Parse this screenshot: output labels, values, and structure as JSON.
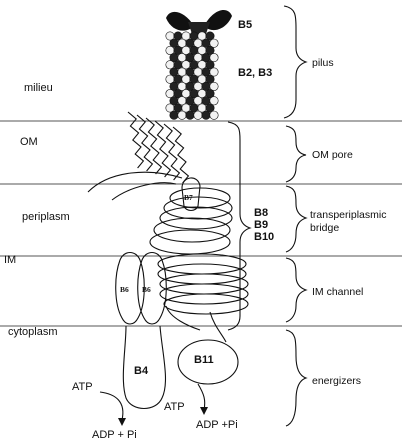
{
  "regions": {
    "milieu": "milieu",
    "om": "OM",
    "periplasm": "periplasm",
    "im": "IM",
    "cytoplasm": "cytoplasm"
  },
  "proteins": {
    "b5": "B5",
    "b2b3": "B2, B3",
    "b7": "B7",
    "b6_left": "B6",
    "b6_right": "B6",
    "b8": "B8",
    "b9": "B9",
    "b10": "B10",
    "b4": "B4",
    "b11": "B11"
  },
  "segments": {
    "pilus": "pilus",
    "om_pore": "OM pore",
    "bridge_line1": "transperiplasmic",
    "bridge_line2": "bridge",
    "im_channel": "IM channel",
    "energizers": "energizers"
  },
  "reactions": {
    "atp_left": "ATP",
    "atp_right": "ATP",
    "adp_left": "ADP + Pi",
    "adp_right": "ADP +Pi"
  }
}
